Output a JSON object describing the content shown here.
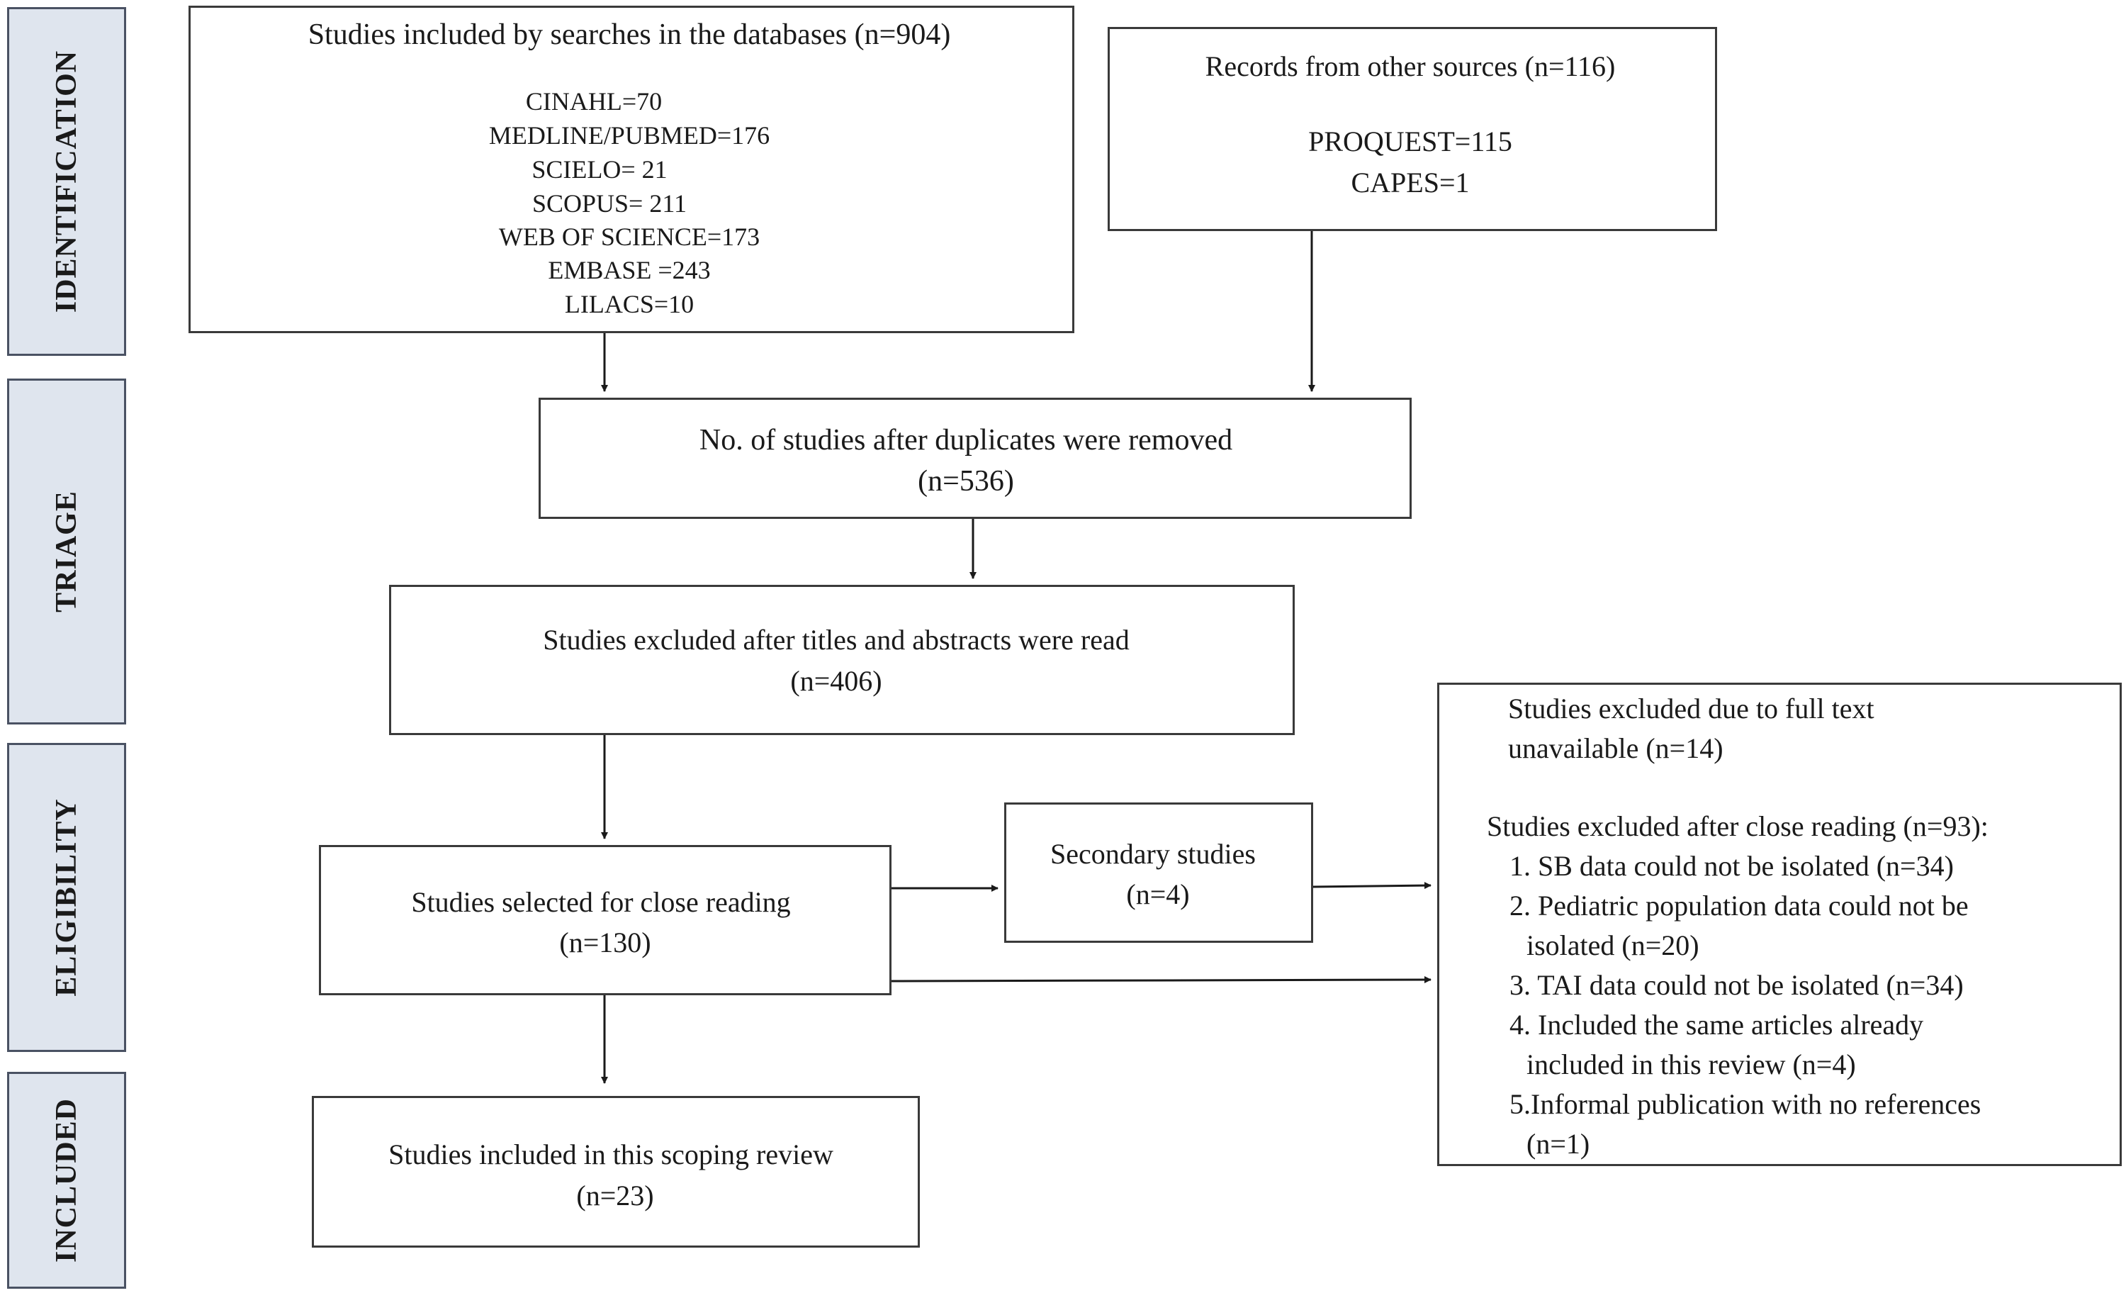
{
  "phases": {
    "identification": "IDENTIFICATION",
    "triage": "TRIAGE",
    "eligibility": "ELIGIBILITY",
    "included": "INCLUDED"
  },
  "databases": {
    "title": "Studies included by searches in the databases (n=904)",
    "items": [
      "CINAHL=70",
      "MEDLINE/PUBMED=176",
      "SCIELO= 21",
      "SCOPUS= 211",
      "WEB OF SCIENCE=173",
      "EMBASE =243",
      "LILACS=10"
    ]
  },
  "other_sources": {
    "title": "Records from other sources (n=116)",
    "items": [
      "PROQUEST=115",
      "CAPES=1"
    ]
  },
  "duplicates": {
    "line1": "No. of studies after duplicates were removed",
    "line2": "(n=536)"
  },
  "titles_abstracts": {
    "line1": "Studies excluded after titles and abstracts were read",
    "line2": "(n=406)"
  },
  "close_reading": {
    "line1": "Studies selected for close reading",
    "line2": "(n=130)"
  },
  "secondary": {
    "line1": "Secondary studies",
    "line2": "(n=4)"
  },
  "included": {
    "line1": "Studies included in this scoping review",
    "line2": "(n=23)"
  },
  "exclusions": {
    "full_text_1": "Studies excluded due to full text",
    "full_text_2": "unavailable  (n=14)",
    "close_reading_title": "Studies excluded after close reading (n=93):",
    "r1": "1. SB data could not be isolated (n=34)",
    "r2a": "2. Pediatric population data could not be",
    "r2b": "isolated (n=20)",
    "r3": "3. TAI data could not be isolated  (n=34)",
    "r4a": "4. Included the same articles already",
    "r4b": "included in this review  (n=4)",
    "r5a": "5.Informal publication with no references",
    "r5b": "(n=1)"
  }
}
